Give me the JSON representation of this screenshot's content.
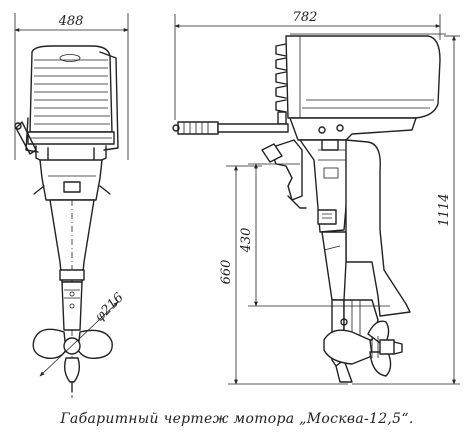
{
  "diagram": {
    "dimensions": {
      "front_width": "488",
      "side_length": "782",
      "propeller_diameter": "φ216",
      "height_430": "430",
      "height_660": "660",
      "height_1114": "1114"
    },
    "caption": "Габаритный чертеж мотора „Москва-12,5“."
  }
}
